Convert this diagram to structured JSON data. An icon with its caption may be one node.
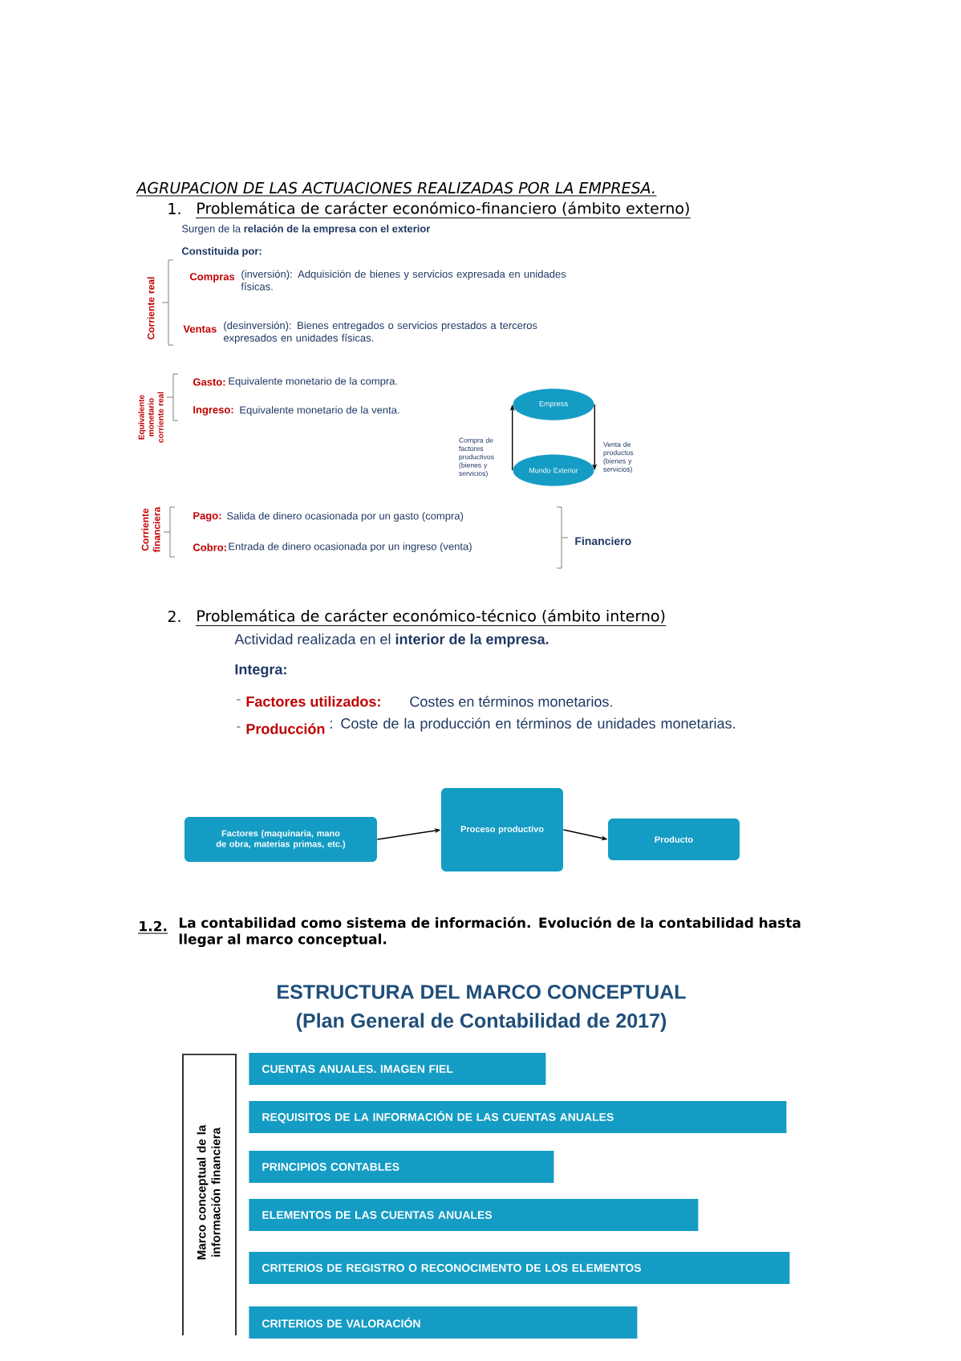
{
  "diagram": {
    "nodes": [
      {
        "text": [
          "Empresa"
        ]
      },
      {
        "text": [
          "Mundo Exterior"
        ]
      },
      {
        "text": [
          "Factores (maquinaria, mano de obra, materias primas, etc.)"
        ]
      },
      {
        "text": [
          "Proceso productivo"
        ]
      },
      {
        "text": [
          "Producto"
        ]
      },
      {
        "text": [
          "Marco conceptual de la información financiera"
        ]
      },
      {
        "text": [
          "CUENTAS ANUALES. IMAGEN FIEL"
        ]
      },
      {
        "text": [
          "REQUISITOS DE LA INFORMACIÓN  DE LAS CUENTAS ANUALES"
        ]
      },
      {
        "text": [
          "PRINCIPIOS CONTABLES"
        ]
      },
      {
        "text": [
          "ELEMENTOS DE LAS CUENTAS ANUALES"
        ]
      },
      {
        "text": [
          "CRITERIOS DE REGISTRO O RECONOCIMENTO DE LOS ELEMENTOS"
        ]
      },
      {
        "text": [
          "CRITERIOS DE VALORACIÓN"
        ]
      }
    ],
    "edges": [
      {
        "from": 1,
        "to": 0,
        "arrow": "to",
        "label": "Compra de factores productivos (bienes y servicios)"
      },
      {
        "from": 0,
        "to": 1,
        "arrow": "to",
        "label": "Venta de productos (bienes y servicios)"
      },
      {
        "from": 2,
        "to": 3,
        "arrow": "to"
      },
      {
        "from": 3,
        "to": 4,
        "arrow": "to"
      }
    ],
    "labels": [
      "AGRUPACION DE LAS ACTUACIONES REALIZADAS POR LA EMPRESA.",
      "1.",
      "Problemática de carácter económico-financiero (ámbito externo)",
      "Surgen de la **relación de la empresa con el exterior**",
      "Constituida por:",
      "Corriente real",
      "Compras",
      "(inversión): Adquisición de bienes y servicios expresada en unidades físicas.",
      "Ventas",
      "(desinversión): Bienes entregados o servicios prestados a terceros expresados en unidades físicas.",
      "Equivalente monetario corriente real",
      "Gasto:",
      "Equivalente monetario de la compra.",
      "Ingreso:",
      "Equivalente monetario de la venta.",
      "Corriente financiera",
      "Pago:",
      "Salida de dinero ocasionada por un gasto (compra)",
      "Cobro:",
      "Entrada de dinero ocasionada por un ingreso (venta)",
      "Financiero",
      "2.",
      "Problemática de carácter económico-técnico (ámbito interno)",
      "Actividad realizada en el **interior de la empresa.**",
      "Integra:",
      "-",
      "Factores utilizados:",
      "Costes en términos monetarios.",
      "-",
      "Producción",
      ": Coste de la producción en términos de unidades monetarias.",
      "1.2.",
      "La contabilidad como sistema de información. Evolución de la contabilidad hasta llegar al marco conceptual.",
      "ESTRUCTURA DEL MARCO CONCEPTUAL",
      "(Plan General de Contabilidad de 2017)"
    ]
  }
}
